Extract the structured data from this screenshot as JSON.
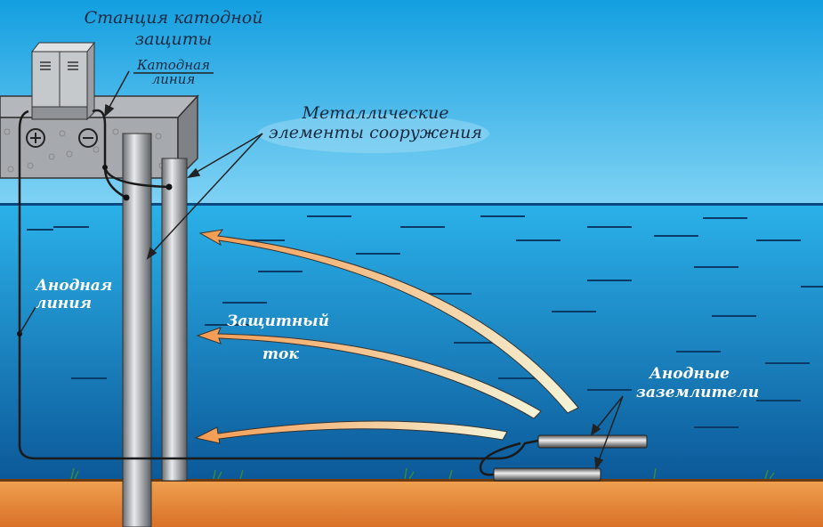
{
  "labels": {
    "station_line1": "Станция катодной",
    "station_line2": "защиты",
    "cathode_line1": "Катодная",
    "cathode_line2": "линия",
    "metal_line1": "Металлические",
    "metal_line2": "элементы сооружения",
    "anode_line1": "Анодная",
    "anode_line2": "линия",
    "current_line1": "Защитный",
    "current_line2": "ток",
    "anodes_line1": "Анодные",
    "anodes_line2": "заземлители"
  },
  "colors": {
    "sky": "#1aa6e4",
    "water_top": "#29aee6",
    "water_bottom": "#0d5c9c",
    "ground": "#e88a3c",
    "arrow": "#f4a860"
  }
}
